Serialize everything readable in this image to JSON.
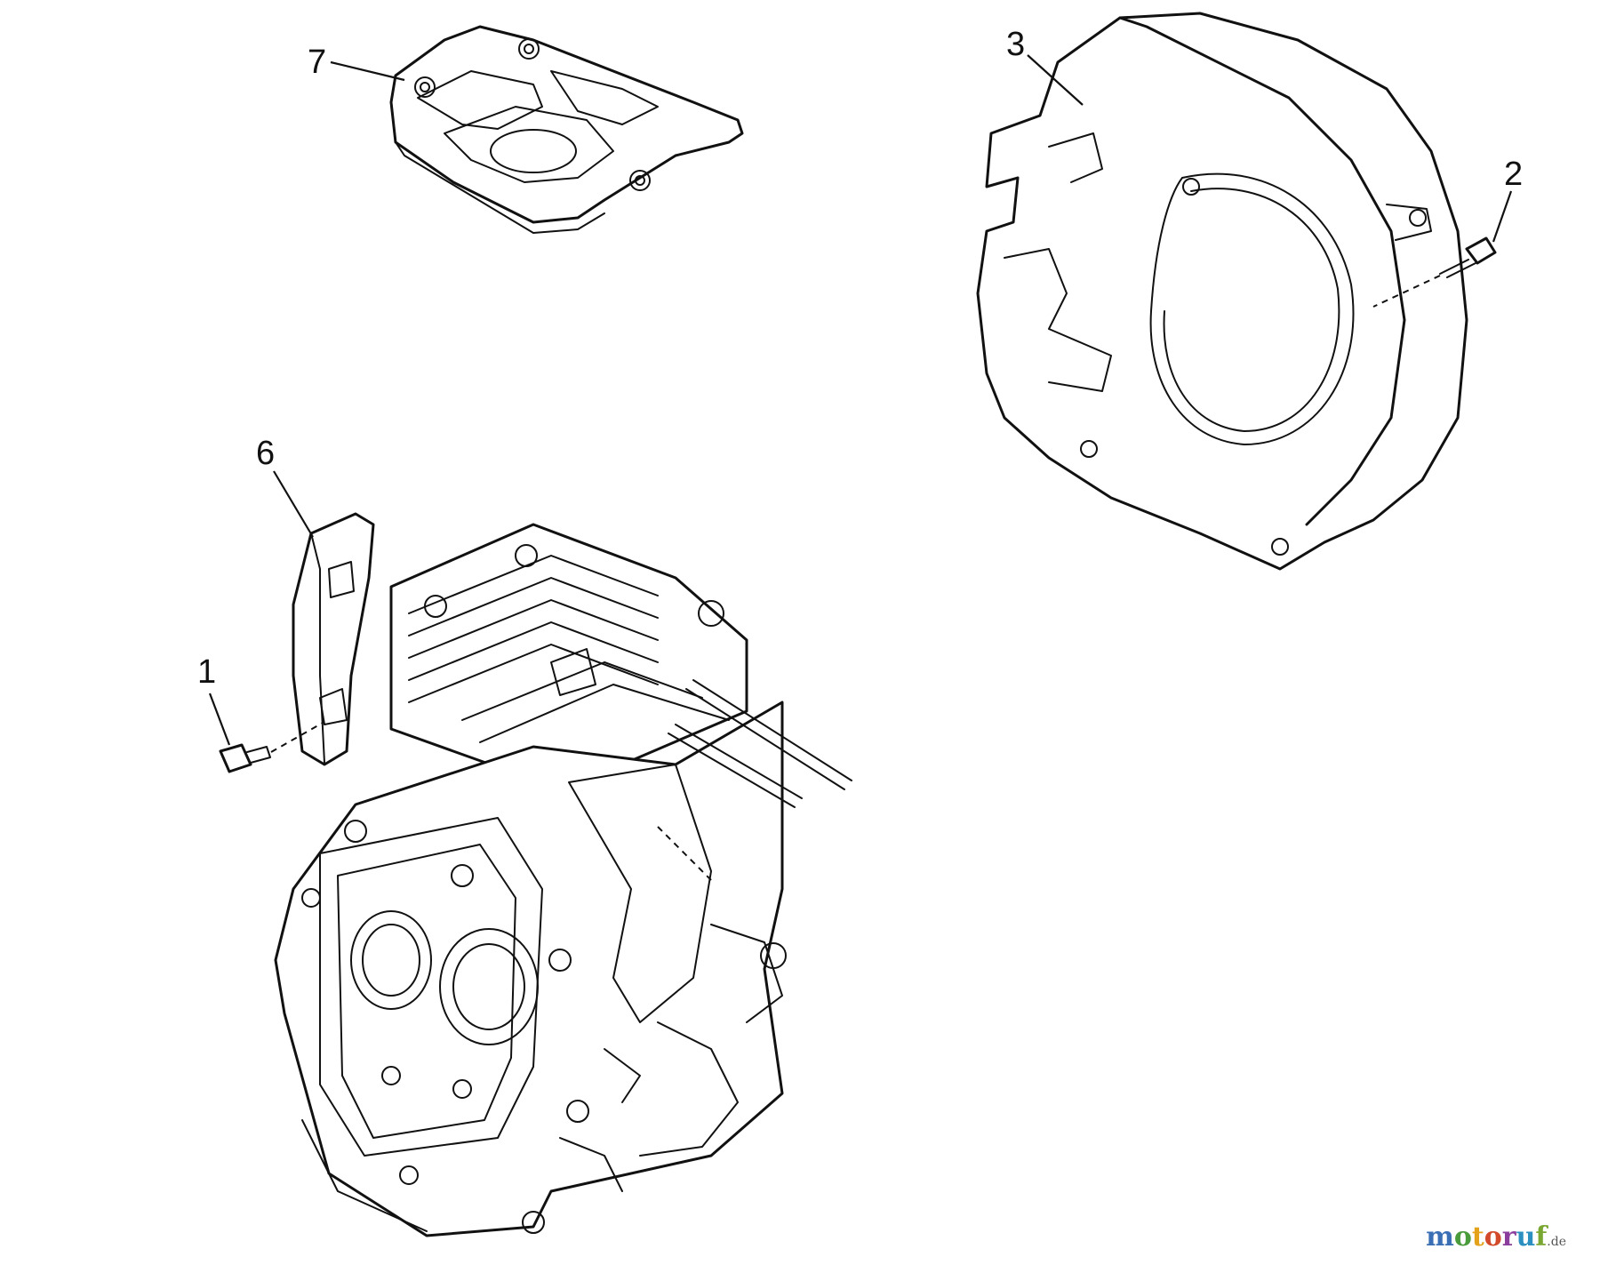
{
  "diagram": {
    "callouts": {
      "p1": "1",
      "p2": "2",
      "p3": "3",
      "p6": "6",
      "p7": "7"
    }
  },
  "watermark": {
    "brand_letters": [
      "m",
      "o",
      "t",
      "o",
      "r",
      "u",
      "f"
    ],
    "brand_colors": [
      "#3a6fb5",
      "#4a9b3c",
      "#e3a21a",
      "#d24a2a",
      "#8a3d9c",
      "#2b8fbf",
      "#7aa632"
    ],
    "tld": ".de"
  }
}
